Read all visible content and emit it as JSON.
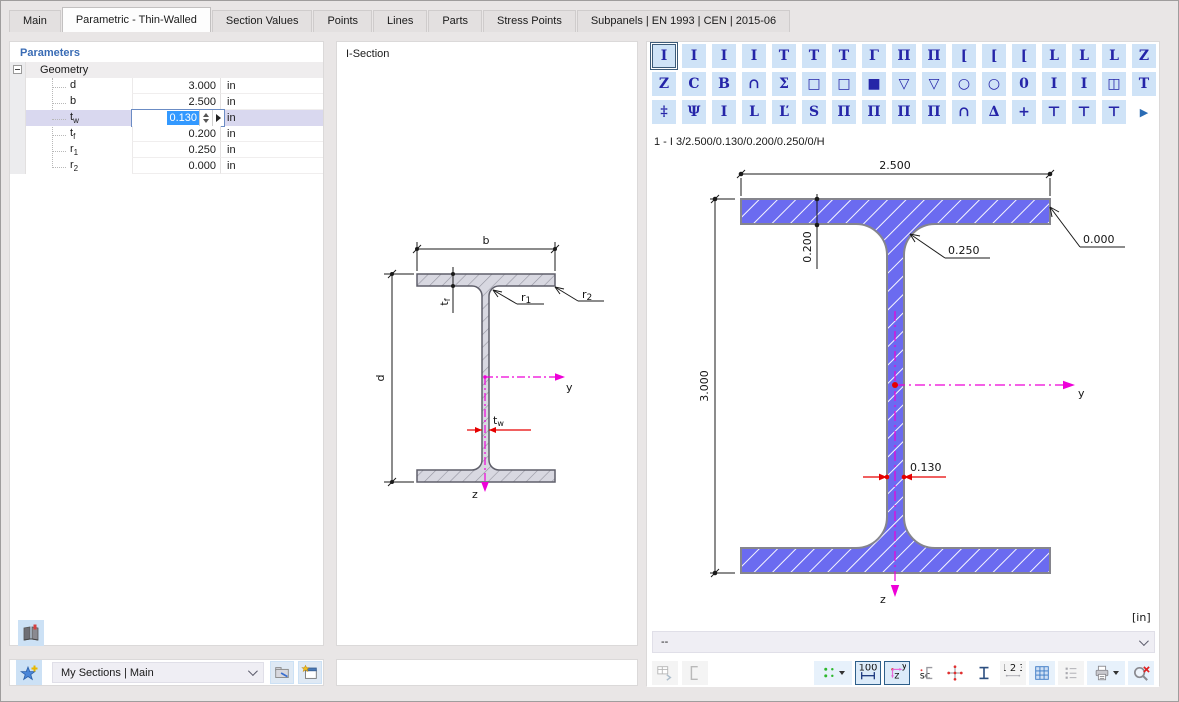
{
  "tabs": [
    {
      "label": "Main",
      "active": false
    },
    {
      "label": "Parametric - Thin-Walled",
      "active": true
    },
    {
      "label": "Section Values",
      "active": false
    },
    {
      "label": "Points",
      "active": false
    },
    {
      "label": "Lines",
      "active": false
    },
    {
      "label": "Parts",
      "active": false
    },
    {
      "label": "Stress Points",
      "active": false
    },
    {
      "label": "Subpanels | EN 1993 | CEN | 2015-06",
      "active": false
    }
  ],
  "parameters": {
    "title": "Parameters",
    "group_label": "Geometry",
    "rows": [
      {
        "name": "d",
        "sub": "",
        "value": "3.000",
        "unit": "in",
        "selected": false
      },
      {
        "name": "b",
        "sub": "",
        "value": "2.500",
        "unit": "in",
        "selected": false
      },
      {
        "name": "t",
        "sub": "w",
        "value": "0.130",
        "unit": "in",
        "selected": true
      },
      {
        "name": "t",
        "sub": "f",
        "value": "0.200",
        "unit": "in",
        "selected": false
      },
      {
        "name": "r",
        "sub": "1",
        "value": "0.250",
        "unit": "in",
        "selected": false
      },
      {
        "name": "r",
        "sub": "2",
        "value": "0.000",
        "unit": "in",
        "selected": false
      }
    ],
    "library_icon": "book-icon"
  },
  "preview": {
    "title": "I-Section",
    "labels": {
      "b": "b",
      "d": "d",
      "tf_main": "t",
      "tf_sub": "f",
      "tw_main": "t",
      "tw_sub": "w",
      "r1_main": "r",
      "r1_sub": "1",
      "r2_main": "r",
      "r2_sub": "2",
      "y": "y",
      "z": "z"
    }
  },
  "section": {
    "type_grid": {
      "rows": [
        {
          "items": [
            {
              "name": "i-symmetric",
              "glyph": "I",
              "selected": true
            },
            {
              "name": "i-rolled",
              "glyph": "I"
            },
            {
              "name": "i-welded",
              "glyph": "I"
            },
            {
              "name": "i-unsymmetric",
              "glyph": "I"
            },
            {
              "name": "t-section",
              "glyph": "T"
            },
            {
              "name": "t-rolled",
              "glyph": "T"
            },
            {
              "name": "t-tapered",
              "glyph": "T"
            },
            {
              "name": "angle-corner",
              "glyph": "Γ"
            },
            {
              "name": "u-section",
              "glyph": "Π"
            },
            {
              "name": "u-double",
              "glyph": "Π"
            },
            {
              "name": "channel",
              "glyph": "["
            },
            {
              "name": "channel-rolled",
              "glyph": "["
            },
            {
              "name": "channel-lipped",
              "glyph": "["
            },
            {
              "name": "l-angle",
              "glyph": "L"
            },
            {
              "name": "l-rolled",
              "glyph": "L"
            },
            {
              "name": "l-unequal",
              "glyph": "L"
            },
            {
              "name": "z-section",
              "glyph": "Z"
            }
          ]
        },
        {
          "items": [
            {
              "name": "z-cold-formed",
              "glyph": "Z"
            },
            {
              "name": "c-cold-formed",
              "glyph": "C"
            },
            {
              "name": "c-lipped",
              "glyph": "B"
            },
            {
              "name": "hat-section",
              "glyph": "∩"
            },
            {
              "name": "sigma-section",
              "glyph": "Σ"
            },
            {
              "name": "square-hollow",
              "glyph": "□"
            },
            {
              "name": "rect-hollow",
              "glyph": "□"
            },
            {
              "name": "rect-solid",
              "glyph": "■"
            },
            {
              "name": "triangle-hollow",
              "glyph": "▽"
            },
            {
              "name": "trapezoid-hollow",
              "glyph": "▽"
            },
            {
              "name": "octagon-hollow",
              "glyph": "○"
            },
            {
              "name": "pipe",
              "glyph": "○"
            },
            {
              "name": "oval",
              "glyph": "0"
            },
            {
              "name": "i-thin",
              "glyph": "I"
            },
            {
              "name": "i-serif",
              "glyph": "I"
            },
            {
              "name": "box-with-web",
              "glyph": "◫"
            },
            {
              "name": "t-wide",
              "glyph": "T"
            }
          ]
        },
        {
          "items": [
            {
              "name": "cruciform-i",
              "glyph": "‡"
            },
            {
              "name": "flanged-t",
              "glyph": "Ψ"
            },
            {
              "name": "i-composed",
              "glyph": "I"
            },
            {
              "name": "angle-bent",
              "glyph": "L"
            },
            {
              "name": "angle-lipped",
              "glyph": "Ľ"
            },
            {
              "name": "zee-bent",
              "glyph": "S"
            },
            {
              "name": "double-i",
              "glyph": "Π"
            },
            {
              "name": "double-t",
              "glyph": "Π"
            },
            {
              "name": "double-i-tall",
              "glyph": "Π"
            },
            {
              "name": "double-t-feet",
              "glyph": "Π"
            },
            {
              "name": "arch-hollow",
              "glyph": "∩"
            },
            {
              "name": "pointed-arch",
              "glyph": "∆"
            },
            {
              "name": "cross-section",
              "glyph": "+"
            },
            {
              "name": "rail-small",
              "glyph": "⊤"
            },
            {
              "name": "rail-large",
              "glyph": "⊤"
            },
            {
              "name": "rail-flat",
              "glyph": "⊤"
            },
            {
              "name": "next-page",
              "glyph": "▶",
              "next": true
            }
          ]
        }
      ]
    },
    "current_label": "1 - I 3/2.500/0.130/0.200/0.250/0/H",
    "drawing": {
      "width_dim": "2.500",
      "depth_dim": "3.000",
      "flange_dim": "0.200",
      "fillet_dim": "0.250",
      "tip_dim": "0.000",
      "web_dim": "0.130",
      "axis_y": "y",
      "axis_z": "z",
      "units": "[in]"
    },
    "result_combo_value": "--",
    "toolbar_icons": [
      "transfer-table-icon",
      "channel-preview-icon",
      "snap-points-icon",
      "dropdown-caret-icon",
      "dimensions-toggle-icon",
      "axes-toggle-icon",
      "stress-points-icon",
      "section-points-icon",
      "section-outline-icon",
      "numbering-icon",
      "table-grid-icon",
      "list-icon",
      "printer-icon",
      "zoom-reset-icon"
    ]
  },
  "bottom": {
    "favorites_value": "My Sections | Main",
    "icons": [
      "favorite-star-plus-icon",
      "apply-section-icon",
      "new-favorite-icon"
    ]
  },
  "colors": {
    "accent_navy": "#2525a8",
    "icon_tile_blue": "#cfe3f7",
    "selection_blue": "#3399ff",
    "row_highlight": "#d9d8ef",
    "section_fill_blue": "#6b6bf0",
    "sketch_fill_gray": "#d8d8e1",
    "axis_magenta": "#ee00d8",
    "dim_red": "#e60000"
  }
}
